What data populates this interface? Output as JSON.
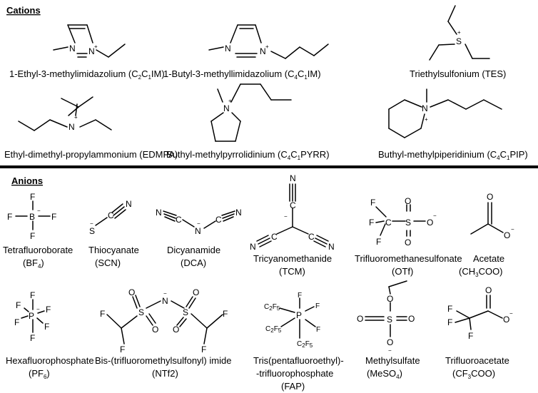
{
  "headings": {
    "cations": "Cations",
    "anions": "Anions"
  },
  "cations": [
    {
      "name": "1-Ethyl-3-methylimidazolium (",
      "f1": "C",
      "s1": "2",
      "f2": "C",
      "s2": "1",
      "f3": "IM)"
    },
    {
      "name": "1-Butyl-3-methyllimidazolium (",
      "f1": "C",
      "s1": "4",
      "f2": "C",
      "s2": "1",
      "f3": "IM)"
    },
    {
      "name": "Triethylsulfonium (TES)"
    },
    {
      "name": "Ethyl-dimethyl-propylammonium (EDMPA)"
    },
    {
      "name": "Buthyl-methylpyrrolidinium (",
      "f1": "C",
      "s1": "4",
      "f2": "C",
      "s2": "1",
      "f3": "PYRR)"
    },
    {
      "name": "Buthyl-methylpiperidinium (",
      "f1": "C",
      "s1": "4",
      "f2": "C",
      "s2": "1",
      "f3": "PIP)"
    }
  ],
  "anions": [
    {
      "name": "Tetrafluoroborate",
      "abbr_a": "(BF",
      "abbr_s": "4",
      "abbr_b": ")"
    },
    {
      "name": "Thiocyanate",
      "abbr": "(SCN)"
    },
    {
      "name": "Dicyanamide",
      "abbr": "(DCA)"
    },
    {
      "name": "Tricyanomethanide",
      "abbr": "(TCM)"
    },
    {
      "name": "Trifluoromethanesulfonate",
      "abbr": "(OTf)"
    },
    {
      "name": "Acetate",
      "abbr_a": "(CH",
      "abbr_s": "3",
      "abbr_b": "COO)"
    },
    {
      "name": "Hexafluorophosphate",
      "abbr_a": "(PF",
      "abbr_s": "6",
      "abbr_b": ")"
    },
    {
      "name": "Bis-(trifluoromethylsulfonyl) imide",
      "abbr": "(NTf2)"
    },
    {
      "name": "Tris(pentafluoroethyl)-",
      "name2": "-trifluorophosphate",
      "abbr": "(FAP)"
    },
    {
      "name": "Methylsulfate",
      "abbr_a": "(MeSO",
      "abbr_s": "4",
      "abbr_b": ")"
    },
    {
      "name": "Trifluoroacetate",
      "abbr_a": "(CF",
      "abbr_s": "3",
      "abbr_b": "COO)"
    }
  ],
  "atoms": {
    "N": "N",
    "S": "S",
    "B": "B",
    "F": "F",
    "O": "O",
    "C": "C",
    "P": "P",
    "C2F5": "C",
    "C2F5_sub1": "2",
    "C2F5_F": "F",
    "C2F5_sub2": "5",
    "plus": "+",
    "minus": "−"
  }
}
